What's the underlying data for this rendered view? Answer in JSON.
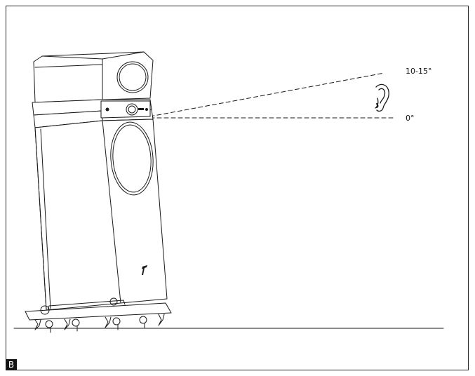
{
  "angle_labels": {
    "upper": "10-15°",
    "lower": "0°"
  },
  "figure_badge": "B",
  "colors": {
    "line": "#1a1a1a",
    "badge_bg": "#141414",
    "badge_text": "#ffffff"
  },
  "icons": [
    "speaker-illustration",
    "ear-icon",
    "brand-logo-icon"
  ]
}
